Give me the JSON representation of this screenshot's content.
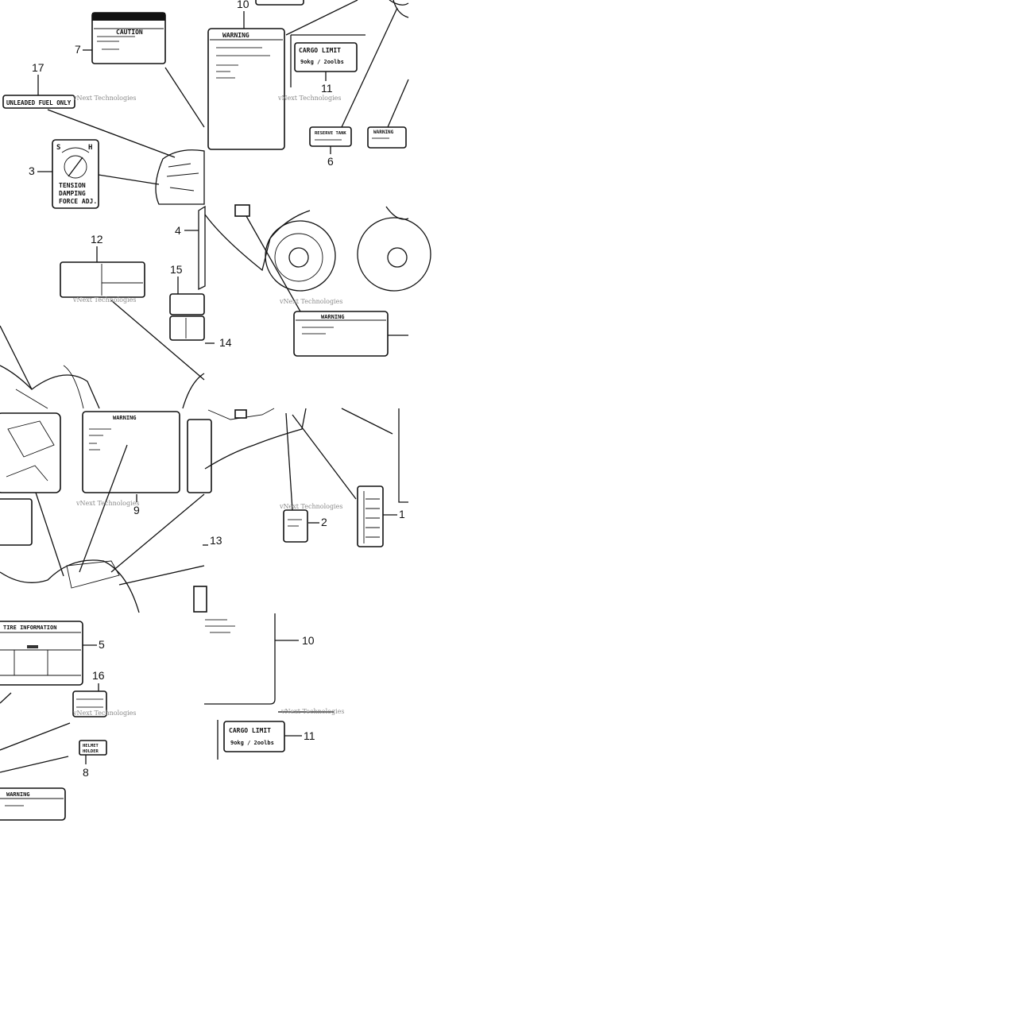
{
  "diagram": {
    "watermark": "vNext Technologies",
    "callouts": {
      "n1": "1",
      "n2": "2",
      "n3": "3",
      "n4": "4",
      "n5": "5",
      "n6": "6",
      "n7": "7",
      "n8": "8",
      "n9": "9",
      "n10": "10",
      "n10b": "10",
      "n11": "11",
      "n11b": "11",
      "n12": "12",
      "n13": "13",
      "n14": "14",
      "n15": "15",
      "n16": "16",
      "n17": "17"
    },
    "labels": {
      "unleaded": "UNLEADED FUEL ONLY",
      "caution": "CAUTION",
      "warning": "WARNING",
      "cargo_limit": "CARGO LIMIT",
      "cargo_weight": "9okg / 2oolbs",
      "reserve_tank": "RESERVE TANK",
      "tire_information": "TIRE INFORMATION",
      "helmet": "HELMET",
      "holder": "HOLDER",
      "tension": "TENSION",
      "damping": "DAMPING",
      "force_adj": "FORCE ADJ.",
      "dial_s": "S",
      "dial_h": "H"
    }
  }
}
